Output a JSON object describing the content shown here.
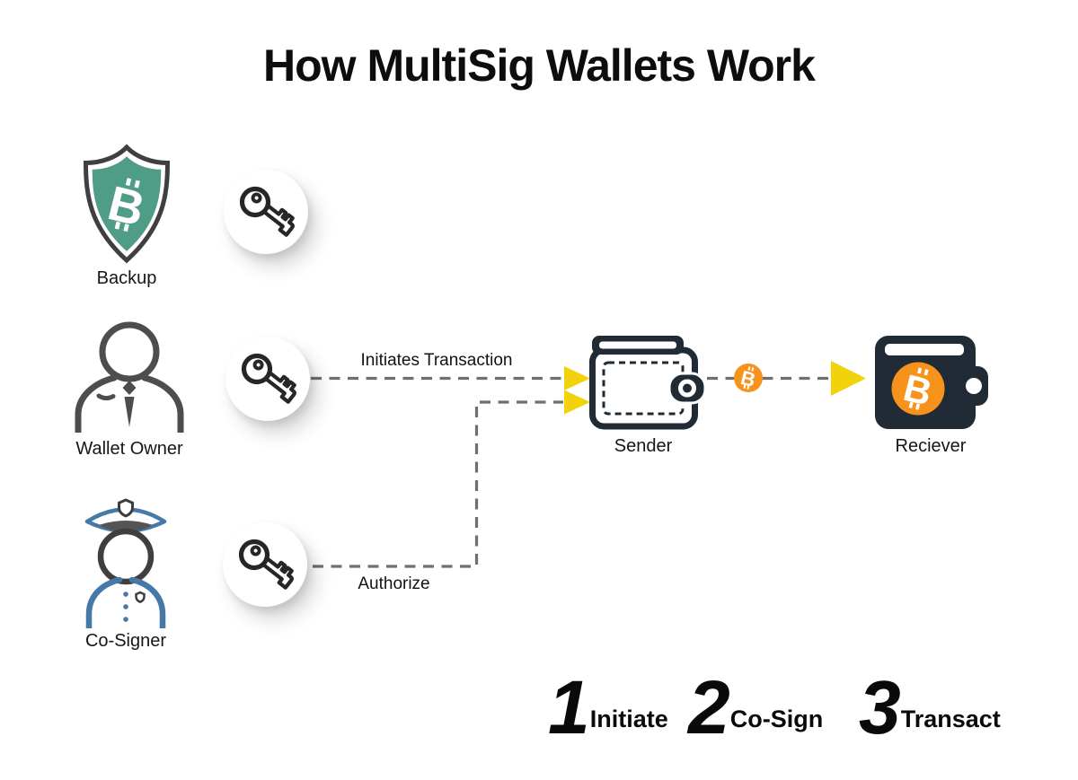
{
  "title": "How MultiSig Wallets Work",
  "actors": {
    "backup": {
      "label": "Backup"
    },
    "wallet_owner": {
      "label": "Wallet Owner"
    },
    "co_signer": {
      "label": "Co-Signer"
    }
  },
  "flows": {
    "initiate": {
      "label": "Initiates Transaction"
    },
    "authorize": {
      "label": "Authorize"
    }
  },
  "wallets": {
    "sender": {
      "label": "Sender"
    },
    "receiver": {
      "label": "Reciever"
    }
  },
  "steps": [
    {
      "number": "1",
      "label": "Initiate"
    },
    {
      "number": "2",
      "label": "Co-Sign"
    },
    {
      "number": "3",
      "label": "Transact"
    }
  ],
  "icons": {
    "bitcoin_glyph_base": "B",
    "backup": "bitcoin-shield-icon",
    "wallet_owner": "person-icon",
    "co_signer": "police-officer-icon",
    "key": "key-icon",
    "sender_wallet": "wallet-outline-icon",
    "receiver_wallet": "wallet-filled-icon",
    "coin": "bitcoin-coin-icon",
    "arrowhead": "triangle-arrow-icon"
  },
  "colors": {
    "shield_teal": "#4F9C87",
    "officer_blue": "#4678A8",
    "wallet_dark": "#212B36",
    "bitcoin_orange": "#F7931A",
    "arrow_yellow": "#F2D30B",
    "connector_gray": "#6F6F6F"
  }
}
